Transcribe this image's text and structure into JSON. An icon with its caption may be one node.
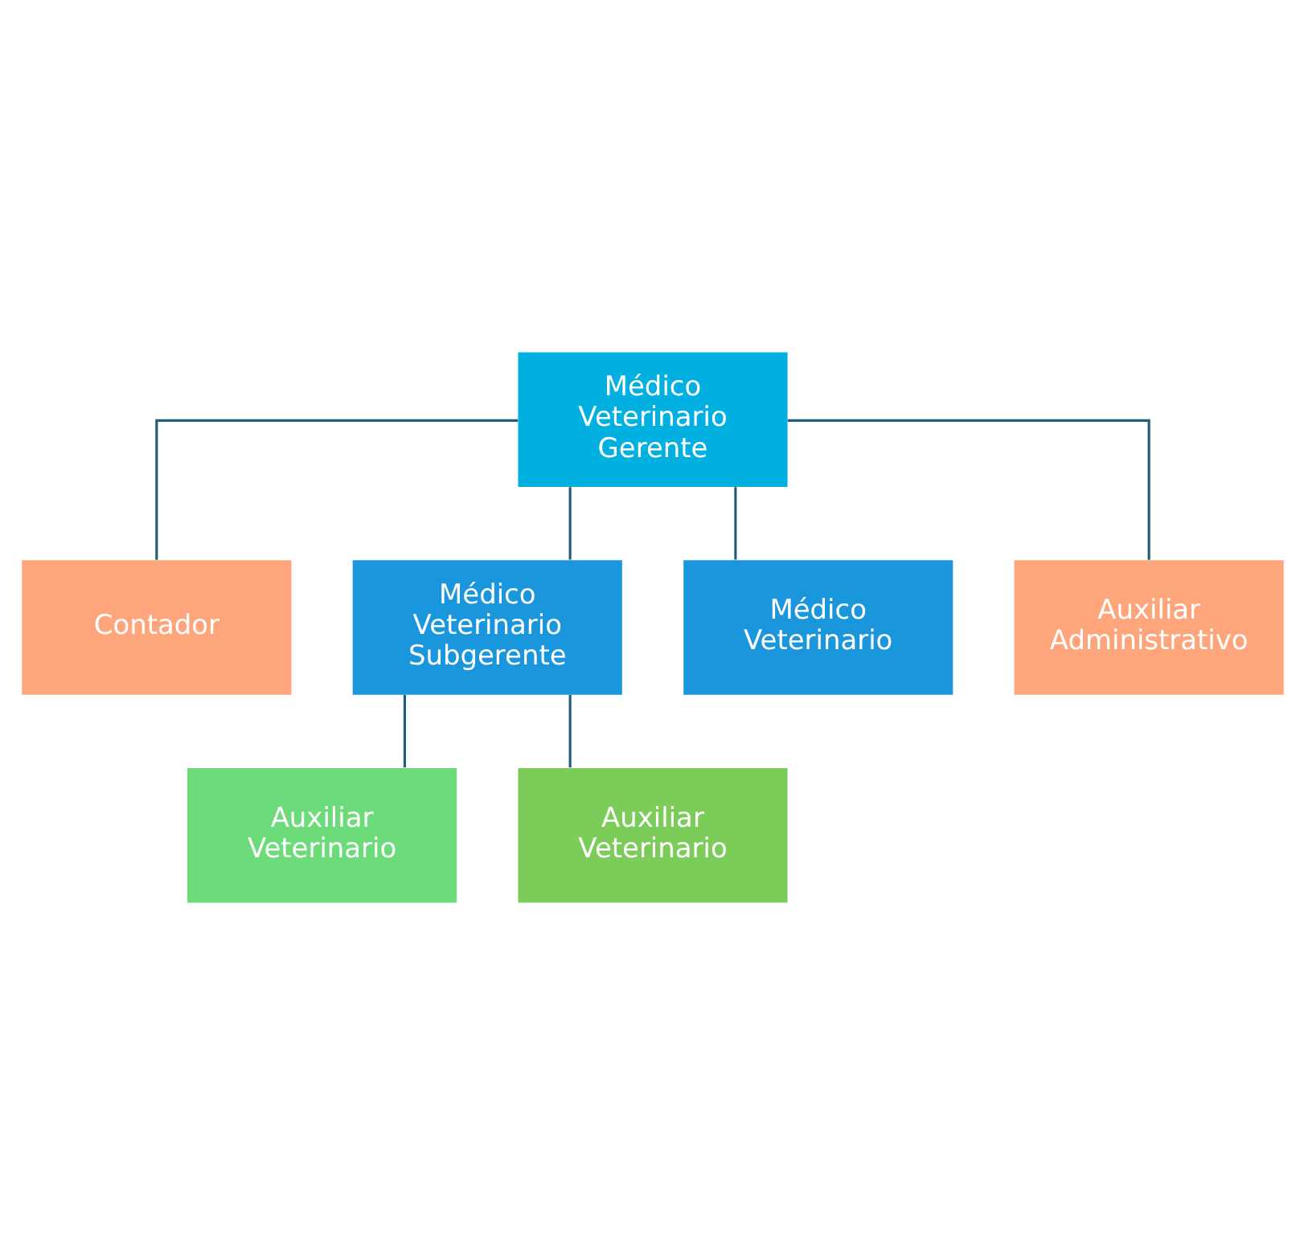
{
  "diagram": {
    "nodes": [
      {
        "text": [
          "Médico Veterinario Gerente"
        ]
      },
      {
        "text": [
          "Contador"
        ]
      },
      {
        "text": [
          "Médico Veterinario Subgerente"
        ]
      },
      {
        "text": [
          "Médico Veterinario"
        ]
      },
      {
        "text": [
          "Auxiliar Administrativo"
        ]
      },
      {
        "text": [
          "Auxiliar Veterinario"
        ]
      },
      {
        "text": [
          "Auxiliar Veterinario"
        ]
      }
    ],
    "edges": [
      {
        "from": 0,
        "to": 1,
        "arrow": "none"
      },
      {
        "from": 0,
        "to": 2,
        "arrow": "none"
      },
      {
        "from": 0,
        "to": 3,
        "arrow": "none"
      },
      {
        "from": 0,
        "to": 4,
        "arrow": "none"
      },
      {
        "from": 2,
        "to": 5,
        "arrow": "none"
      },
      {
        "from": 2,
        "to": 6,
        "arrow": "none"
      }
    ]
  }
}
